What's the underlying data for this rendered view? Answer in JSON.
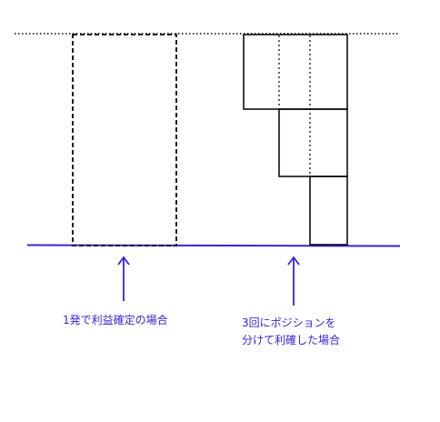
{
  "colors": {
    "line": "#000000",
    "accent": "#3a22e0",
    "caption": "#3a22e0"
  },
  "captions": {
    "single_exit": "1発で利益確定の場合",
    "split_exit_line1": "3回にポジションを",
    "split_exit_line2": "分けて利確した場合"
  }
}
